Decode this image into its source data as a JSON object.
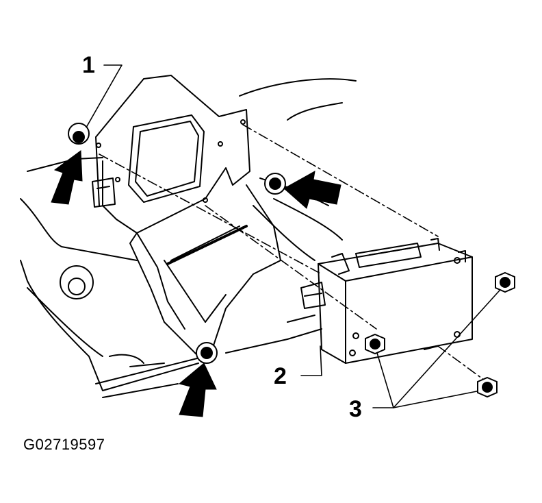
{
  "diagram": {
    "callouts": [
      {
        "id": "1",
        "label": "1"
      },
      {
        "id": "2",
        "label": "2"
      },
      {
        "id": "3",
        "label": "3"
      }
    ],
    "figure_id": "G02719597",
    "arrow_count": 3,
    "stroke_color": "#000000",
    "background": "#ffffff"
  }
}
